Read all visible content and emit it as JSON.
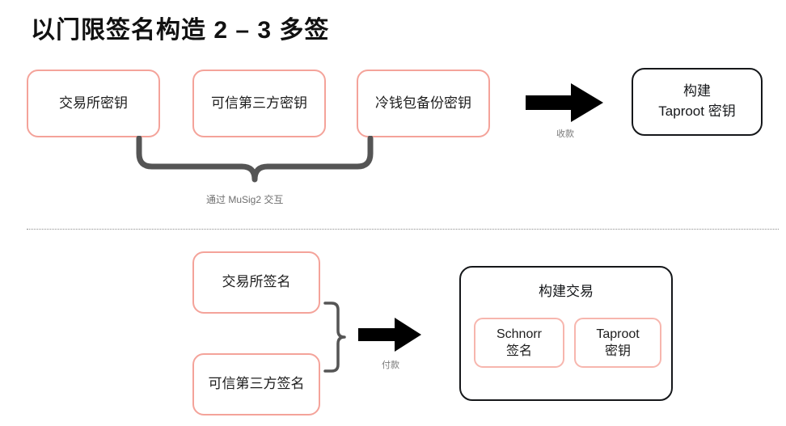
{
  "title": "以门限签名构造 2 – 3 多签",
  "colors": {
    "pink_border": "#f4a39a",
    "pink_border_light": "#f7b6ae",
    "black_border": "#15171a",
    "brace_gray": "#555555",
    "label_gray": "#7b7b7b",
    "divider_gray": "#8d8d8d",
    "arrow_black": "#000000",
    "background": "#ffffff"
  },
  "top_section": {
    "key_boxes": [
      {
        "label": "交易所密钥"
      },
      {
        "label": "可信第三方密钥"
      },
      {
        "label": "冷钱包备份密钥"
      }
    ],
    "brace_label": "通过 MuSig2 交互",
    "arrow_label": "收款",
    "result_box": {
      "line1": "构建",
      "line2": "Taproot 密钥"
    }
  },
  "bottom_section": {
    "signature_boxes": [
      {
        "label": "交易所签名"
      },
      {
        "label": "可信第三方签名"
      }
    ],
    "arrow_label": "付款",
    "result_group": {
      "title": "构建交易",
      "items": [
        {
          "line1": "Schnorr",
          "line2": "签名"
        },
        {
          "line1": "Taproot",
          "line2": "密钥"
        }
      ]
    }
  }
}
